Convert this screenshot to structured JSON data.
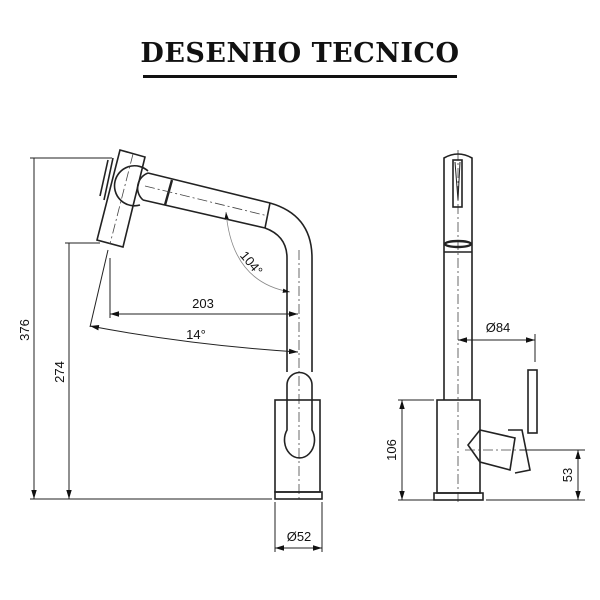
{
  "title": "DESENHO TECNICO",
  "dimensions": {
    "total_height": "376",
    "spout_height": "274",
    "reach": "203",
    "tilt_angle": "14°",
    "bend_angle": "104°",
    "base_diameter": "Ø52",
    "handle_offset": "Ø84",
    "body_height": "106",
    "handle_height": "53"
  }
}
